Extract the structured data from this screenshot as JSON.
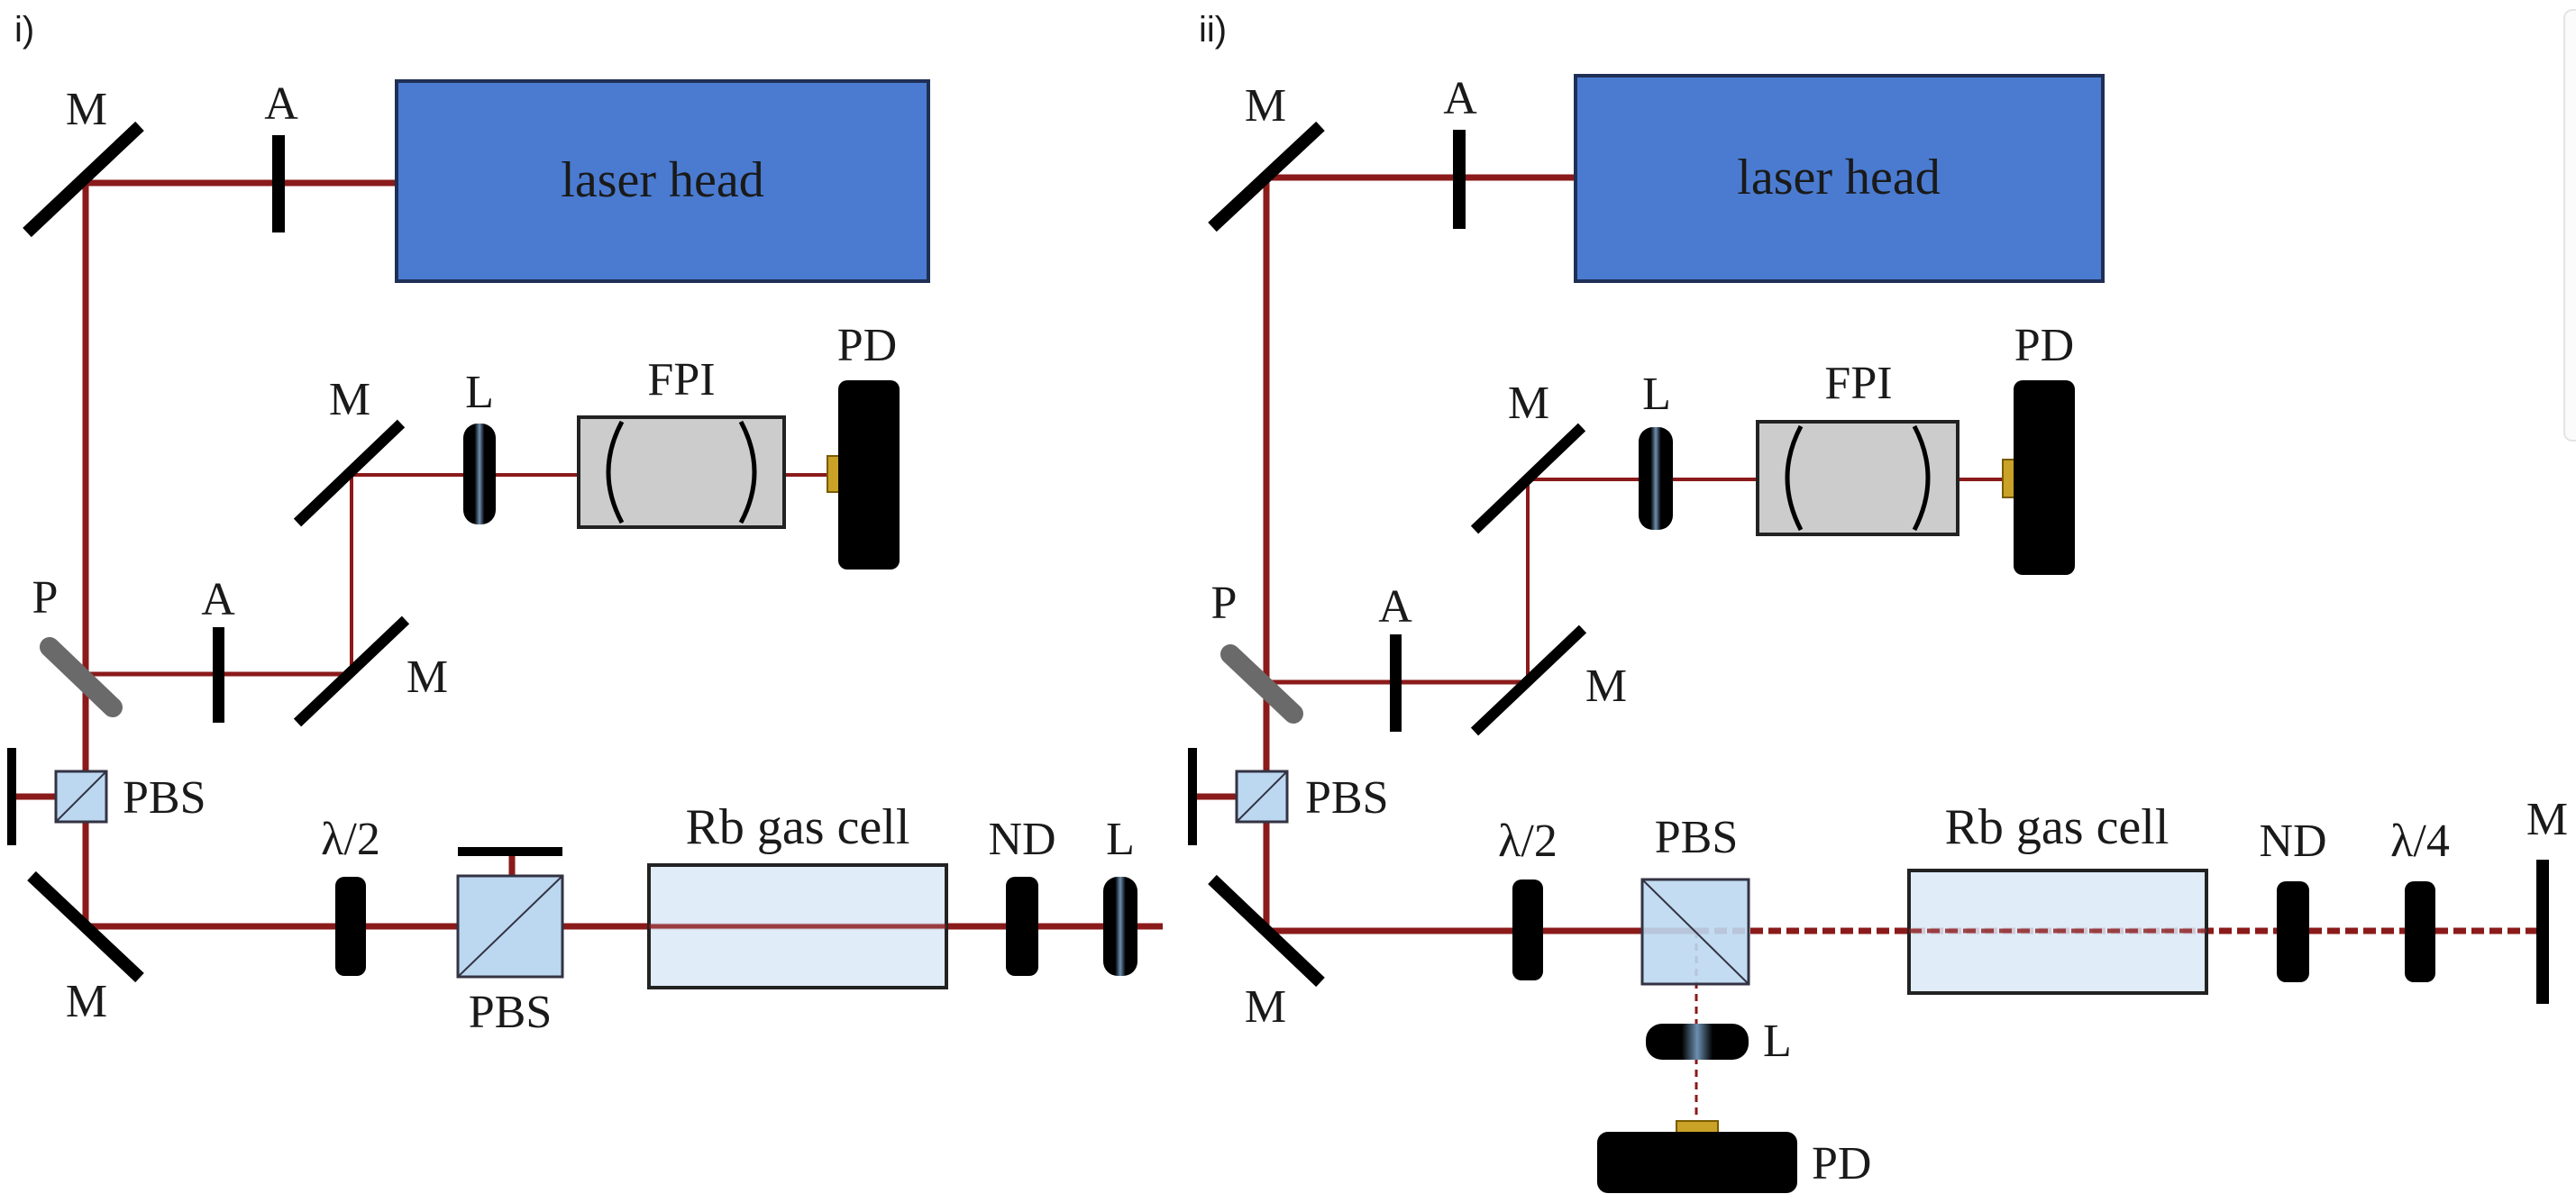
{
  "colors": {
    "beam": "#8b1a1a",
    "laser_head_fill": "#4a7bd0",
    "component_dark": "#000000",
    "pbs_fill": "#bcd8f0",
    "gas_cell_fill": "#dbe9f7",
    "fpi_fill": "#cccccc",
    "plate_gray": "#6a6a6a",
    "detector_window": "#c9a227"
  },
  "panel_i": {
    "tag": "i)",
    "labels": {
      "mirror_top": "M",
      "aperture_top": "A",
      "laser_head": "laser head",
      "mirror_fpi": "M",
      "lens_fpi": "L",
      "fpi": "FPI",
      "photodiode_fpi": "PD",
      "plate": "P",
      "aperture_mid": "A",
      "mirror_mid": "M",
      "pbs_left": "PBS",
      "half_wave": "λ/2",
      "gas_cell": "Rb gas cell",
      "nd_filter": "ND",
      "lens_out": "L",
      "mirror_bottom": "M",
      "pbs_bottom": "PBS"
    }
  },
  "panel_ii": {
    "tag": "ii)",
    "labels": {
      "mirror_top": "M",
      "aperture_top": "A",
      "laser_head": "laser head",
      "mirror_fpi": "M",
      "lens_fpi": "L",
      "fpi": "FPI",
      "photodiode_fpi": "PD",
      "plate": "P",
      "aperture_mid": "A",
      "mirror_mid": "M",
      "pbs_left": "PBS",
      "half_wave": "λ/2",
      "pbs_main": "PBS",
      "gas_cell": "Rb gas cell",
      "nd_filter": "ND",
      "quarter_wave": "λ/4",
      "mirror_end": "M",
      "mirror_bottom": "M",
      "lens_bottom": "L",
      "photodiode_bottom": "PD"
    }
  }
}
